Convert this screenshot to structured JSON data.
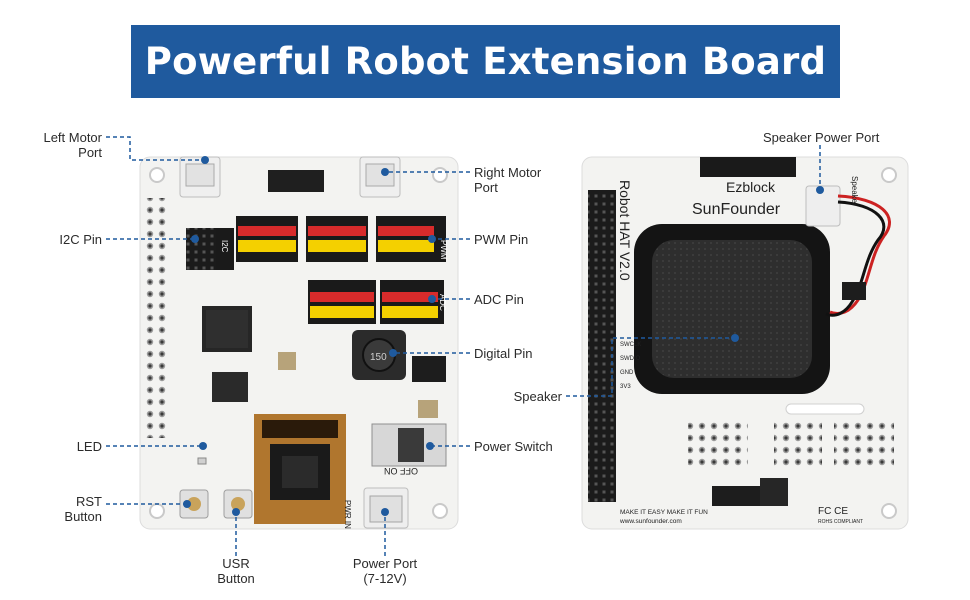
{
  "banner": {
    "title": "Powerful Robot Extension Board"
  },
  "colors": {
    "banner": "#1f5a9e",
    "callout": "#1f5a9e",
    "board": "#f4f4f2"
  },
  "left_board": {
    "callouts": {
      "left_motor_port": [
        "Left Motor",
        "Port"
      ],
      "right_motor_port": [
        "Right Motor",
        "Port"
      ],
      "i2c_pin": "I2C Pin",
      "pwm_pin": "PWM Pin",
      "adc_pin": "ADC Pin",
      "digital_pin": "Digital Pin",
      "led": "LED",
      "power_switch": "Power Switch",
      "rst_button": [
        "RST",
        "Button"
      ],
      "usr_button": [
        "USR",
        "Button"
      ],
      "power_port": [
        "Power Port",
        "(7-12V)"
      ]
    },
    "silkscreen": {
      "i2c": "I2C",
      "pwm": "PWM",
      "adc": "ADC",
      "off_on": "OFF ON",
      "pwr_in": "PWR IN",
      "inductor": "150"
    }
  },
  "right_board": {
    "callouts": {
      "speaker_power_port": "Speaker Power Port",
      "speaker": "Speaker"
    },
    "silkscreen": {
      "brand_ezblock": "Ezblock",
      "brand_sunfounder": "SunFounder",
      "model": "Robot HAT V2.0",
      "speaker_label": "Speaker",
      "slogan": "MAKE IT EASY  MAKE IT FUN",
      "website": "www.sunfounder.com",
      "fcc": "FC CE",
      "rohs": "ROHS COMPLIANT",
      "pins": [
        "SWCLK",
        "SWDIO",
        "GND",
        "3V3"
      ]
    }
  }
}
